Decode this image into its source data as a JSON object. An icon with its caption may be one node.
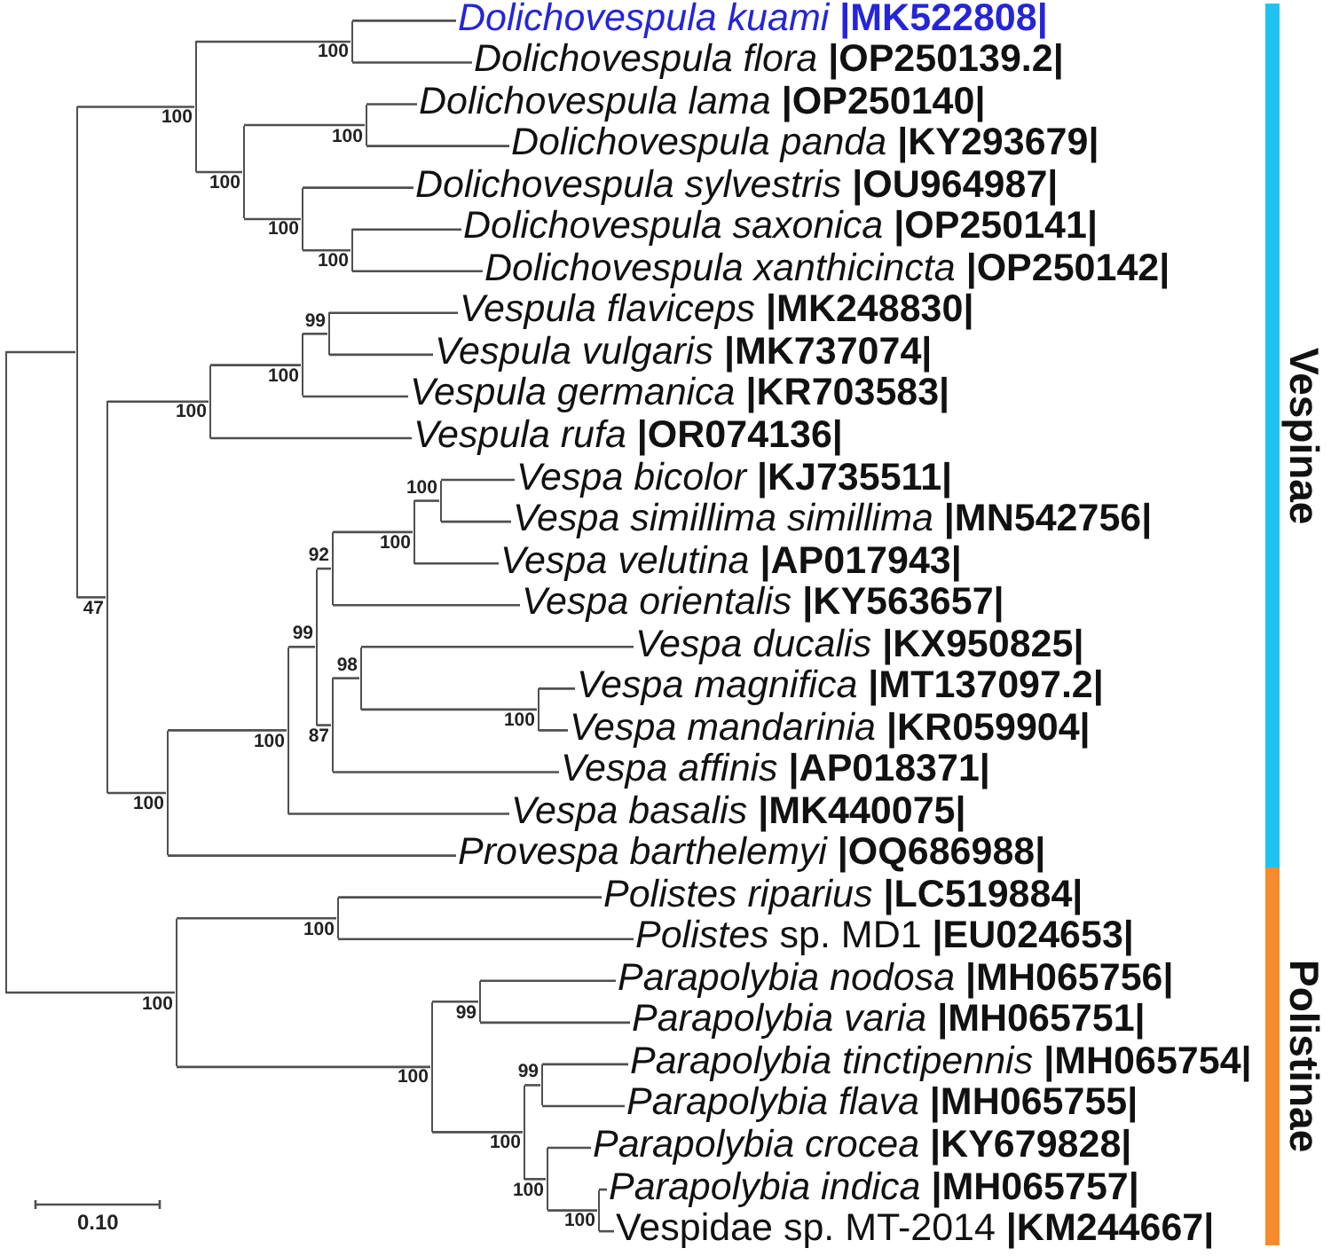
{
  "diagram": {
    "nodes": [
      {
        "text": [],
        "shape": "line"
      },
      {
        "text": [],
        "shape": "line"
      },
      {
        "text": [],
        "shape": "line",
        "beside": [
          "100"
        ]
      },
      {
        "text": [],
        "shape": "line",
        "beside": [
          "100"
        ]
      },
      {
        "text": [
          "*Dolichovespula kuami* **|MK522808|**"
        ]
      },
      {
        "text": [
          "*Dolichovespula flora* **|OP250139.2|**"
        ]
      },
      {
        "text": [],
        "shape": "line",
        "beside": [
          "100"
        ]
      },
      {
        "text": [],
        "shape": "line",
        "beside": [
          "100"
        ]
      },
      {
        "text": [
          "*Dolichovespula lama* **|OP250140|**"
        ]
      },
      {
        "text": [
          "*Dolichovespula panda* **|KY293679|**"
        ]
      },
      {
        "text": [],
        "shape": "line",
        "beside": [
          "100"
        ]
      },
      {
        "text": [
          "*Dolichovespula sylvestris* **|OU964987|**"
        ]
      },
      {
        "text": [],
        "shape": "line",
        "beside": [
          "100"
        ]
      },
      {
        "text": [
          "*Dolichovespula saxonica* **|OP250141|**"
        ]
      },
      {
        "text": [
          "*Dolichovespula xanthicincta* **|OP250142|**"
        ]
      },
      {
        "text": [],
        "shape": "line",
        "beside": [
          "47"
        ]
      },
      {
        "text": [],
        "shape": "line",
        "beside": [
          "100"
        ]
      },
      {
        "text": [],
        "shape": "line",
        "beside": [
          "100"
        ]
      },
      {
        "text": [],
        "shape": "line",
        "beside": [
          "99"
        ]
      },
      {
        "text": [
          "*Vespula flaviceps* **|MK248830|**"
        ]
      },
      {
        "text": [
          "*Vespula vulgaris* **|MK737074|**"
        ]
      },
      {
        "text": [
          "*Vespula germanica* **|KR703583|**"
        ]
      },
      {
        "text": [
          "*Vespula rufa* **|OR074136|**"
        ]
      },
      {
        "text": [],
        "shape": "line",
        "beside": [
          "100"
        ]
      },
      {
        "text": [],
        "shape": "line",
        "beside": [
          "100"
        ]
      },
      {
        "text": [],
        "shape": "line",
        "beside": [
          "99"
        ]
      },
      {
        "text": [],
        "shape": "line",
        "beside": [
          "92"
        ]
      },
      {
        "text": [],
        "shape": "line",
        "beside": [
          "100"
        ]
      },
      {
        "text": [],
        "shape": "line",
        "beside": [
          "100"
        ]
      },
      {
        "text": [
          "*Vespa bicolor* **|KJ735511|**"
        ]
      },
      {
        "text": [
          "*Vespa simillima simillima* **|MN542756|**"
        ]
      },
      {
        "text": [
          "*Vespa velutina* **|AP017943|**"
        ]
      },
      {
        "text": [
          "*Vespa orientalis* **|KY563657|**"
        ]
      },
      {
        "text": [],
        "shape": "line",
        "beside": [
          "87"
        ]
      },
      {
        "text": [],
        "shape": "line",
        "beside": [
          "98"
        ]
      },
      {
        "text": [
          "*Vespa ducalis* **|KX950825|**"
        ]
      },
      {
        "text": [],
        "shape": "line",
        "beside": [
          "100"
        ]
      },
      {
        "text": [
          "*Vespa magnifica* **|MT137097.2|**"
        ]
      },
      {
        "text": [
          "*Vespa mandarinia* **|KR059904|**"
        ]
      },
      {
        "text": [
          "*Vespa affinis* **|AP018371|**"
        ]
      },
      {
        "text": [
          "*Vespa basalis* **|MK440075|**"
        ]
      },
      {
        "text": [
          "*Provespa barthelemyi* **|OQ686988|**"
        ]
      },
      {
        "text": [],
        "shape": "line",
        "beside": [
          "100"
        ]
      },
      {
        "text": [],
        "shape": "line",
        "beside": [
          "100"
        ]
      },
      {
        "text": [
          "*Polistes riparius* **|LC519884|**"
        ]
      },
      {
        "text": [
          "*Polistes* sp. MD1 **|EU024653|**"
        ]
      },
      {
        "text": [],
        "shape": "line",
        "beside": [
          "100"
        ]
      },
      {
        "text": [],
        "shape": "line",
        "beside": [
          "99"
        ]
      },
      {
        "text": [
          "*Parapolybia nodosa* **|MH065756|**"
        ]
      },
      {
        "text": [
          "*Parapolybia varia* **|MH065751|**"
        ]
      },
      {
        "text": [],
        "shape": "line",
        "beside": [
          "100"
        ]
      },
      {
        "text": [],
        "shape": "line",
        "beside": [
          "99"
        ]
      },
      {
        "text": [
          "*Parapolybia tinctipennis* **|MH065754|**"
        ]
      },
      {
        "text": [
          "*Parapolybia flava* **|MH065755|**"
        ]
      },
      {
        "text": [],
        "shape": "line",
        "beside": [
          "100"
        ]
      },
      {
        "text": [
          "*Parapolybia crocea* **|KY679828|**"
        ]
      },
      {
        "text": [],
        "shape": "line",
        "beside": [
          "100"
        ]
      },
      {
        "text": [
          "*Parapolybia indica* **|MH065757|**"
        ]
      },
      {
        "text": [
          "Vespidae sp. MT-2014 **|KM244667|**"
        ]
      }
    ],
    "edges": [
      {
        "from": 0,
        "to": 1,
        "arrow": "none"
      },
      {
        "from": 1,
        "to": 2,
        "arrow": "none"
      },
      {
        "from": 2,
        "to": 3,
        "arrow": "none"
      },
      {
        "from": 3,
        "to": 4,
        "arrow": "none"
      },
      {
        "from": 3,
        "to": 5,
        "arrow": "none"
      },
      {
        "from": 2,
        "to": 6,
        "arrow": "none"
      },
      {
        "from": 6,
        "to": 7,
        "arrow": "none"
      },
      {
        "from": 7,
        "to": 8,
        "arrow": "none"
      },
      {
        "from": 7,
        "to": 9,
        "arrow": "none"
      },
      {
        "from": 6,
        "to": 10,
        "arrow": "none"
      },
      {
        "from": 10,
        "to": 11,
        "arrow": "none"
      },
      {
        "from": 10,
        "to": 12,
        "arrow": "none"
      },
      {
        "from": 12,
        "to": 13,
        "arrow": "none"
      },
      {
        "from": 12,
        "to": 14,
        "arrow": "none"
      },
      {
        "from": 1,
        "to": 15,
        "arrow": "none"
      },
      {
        "from": 15,
        "to": 16,
        "arrow": "none"
      },
      {
        "from": 16,
        "to": 17,
        "arrow": "none"
      },
      {
        "from": 17,
        "to": 18,
        "arrow": "none"
      },
      {
        "from": 18,
        "to": 19,
        "arrow": "none"
      },
      {
        "from": 18,
        "to": 20,
        "arrow": "none"
      },
      {
        "from": 17,
        "to": 21,
        "arrow": "none"
      },
      {
        "from": 16,
        "to": 22,
        "arrow": "none"
      },
      {
        "from": 15,
        "to": 23,
        "arrow": "none"
      },
      {
        "from": 23,
        "to": 24,
        "arrow": "none"
      },
      {
        "from": 24,
        "to": 25,
        "arrow": "none"
      },
      {
        "from": 25,
        "to": 26,
        "arrow": "none"
      },
      {
        "from": 26,
        "to": 27,
        "arrow": "none"
      },
      {
        "from": 27,
        "to": 28,
        "arrow": "none"
      },
      {
        "from": 28,
        "to": 29,
        "arrow": "none"
      },
      {
        "from": 28,
        "to": 30,
        "arrow": "none"
      },
      {
        "from": 27,
        "to": 31,
        "arrow": "none"
      },
      {
        "from": 26,
        "to": 32,
        "arrow": "none"
      },
      {
        "from": 25,
        "to": 33,
        "arrow": "none"
      },
      {
        "from": 33,
        "to": 34,
        "arrow": "none"
      },
      {
        "from": 34,
        "to": 35,
        "arrow": "none"
      },
      {
        "from": 34,
        "to": 36,
        "arrow": "none"
      },
      {
        "from": 36,
        "to": 37,
        "arrow": "none"
      },
      {
        "from": 36,
        "to": 38,
        "arrow": "none"
      },
      {
        "from": 33,
        "to": 39,
        "arrow": "none"
      },
      {
        "from": 24,
        "to": 40,
        "arrow": "none"
      },
      {
        "from": 23,
        "to": 41,
        "arrow": "none"
      },
      {
        "from": 0,
        "to": 42,
        "arrow": "none"
      },
      {
        "from": 42,
        "to": 43,
        "arrow": "none"
      },
      {
        "from": 43,
        "to": 44,
        "arrow": "none"
      },
      {
        "from": 43,
        "to": 45,
        "arrow": "none"
      },
      {
        "from": 42,
        "to": 46,
        "arrow": "none"
      },
      {
        "from": 46,
        "to": 47,
        "arrow": "none"
      },
      {
        "from": 47,
        "to": 48,
        "arrow": "none"
      },
      {
        "from": 47,
        "to": 49,
        "arrow": "none"
      },
      {
        "from": 46,
        "to": 50,
        "arrow": "none"
      },
      {
        "from": 50,
        "to": 51,
        "arrow": "none"
      },
      {
        "from": 51,
        "to": 52,
        "arrow": "none"
      },
      {
        "from": 51,
        "to": 53,
        "arrow": "none"
      },
      {
        "from": 50,
        "to": 54,
        "arrow": "none"
      },
      {
        "from": 54,
        "to": 55,
        "arrow": "none"
      },
      {
        "from": 54,
        "to": 56,
        "arrow": "none"
      },
      {
        "from": 56,
        "to": 57,
        "arrow": "none"
      },
      {
        "from": 56,
        "to": 58,
        "arrow": "none"
      }
    ],
    "labels": [
      "Vespinae",
      "Polistinae",
      "0.10"
    ]
  }
}
